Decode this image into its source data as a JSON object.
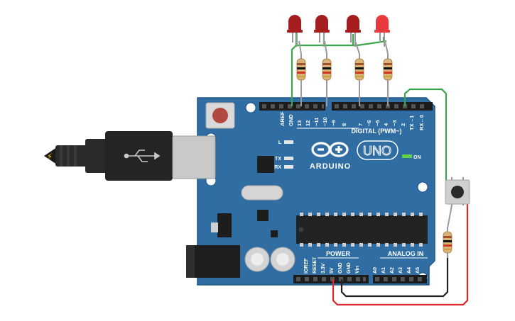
{
  "board": {
    "aref": "AREF",
    "gnd": "GND",
    "digital_pins": [
      "13",
      "12",
      "~11",
      "~10",
      "~9",
      "8",
      "7",
      "~6",
      "~5",
      "4",
      "~3",
      "2",
      "TX→1",
      "RX←0"
    ],
    "digital_label": "DIGITAL (PWM~)",
    "led_l": "L",
    "led_tx": "TX",
    "led_rx": "RX",
    "brand": "ARDUINO",
    "model": "UNO",
    "on_label": "ON",
    "power_label": "POWER",
    "power_pins": [
      "IOREF",
      "RESET",
      "3.3V",
      "5V",
      "GND",
      "GND",
      "Vin"
    ],
    "analog_label": "ANALOG IN",
    "analog_pins": [
      "A0",
      "A1",
      "A2",
      "A3",
      "A4",
      "A5"
    ]
  },
  "components": {
    "leds": [
      "red-led",
      "red-led",
      "red-led",
      "red-led-lit"
    ],
    "resistors": 5,
    "button": "push-button",
    "usb": "usb-b-connector",
    "power_jack": "dc-barrel-jack"
  },
  "colors": {
    "board": "#2f6da3",
    "board_edge": "#1f5587",
    "wire_green": "#3aa54a",
    "wire_red": "#e0262b",
    "wire_black": "#222222",
    "led_red": "#a51d1d",
    "led_lit": "#e8393f"
  }
}
